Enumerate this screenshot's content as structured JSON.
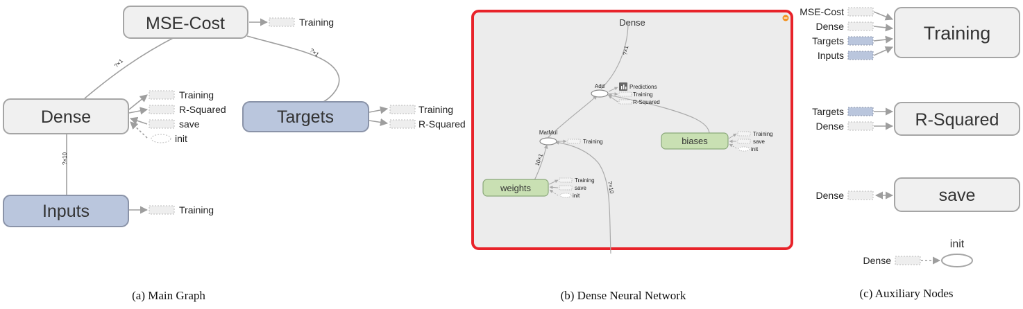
{
  "main_graph": {
    "nodes": {
      "mse_cost": "MSE-Cost",
      "dense": "Dense",
      "inputs": "Inputs",
      "targets": "Targets"
    },
    "mse_aux": [
      "Training"
    ],
    "dense_aux": [
      "Training",
      "R-Squared",
      "save",
      "init"
    ],
    "inputs_aux": [
      "Training"
    ],
    "targets_aux": [
      "Training",
      "R-Squared"
    ],
    "edge_labels": {
      "dense_to_mse": "?×1",
      "inputs_to_dense": "?×10",
      "targets_to_mse": "?×1"
    },
    "caption": "(a) Main Graph"
  },
  "dense_network": {
    "title": "Dense",
    "ops": {
      "add": "Add",
      "matmul": "MatMul"
    },
    "vars": {
      "weights": "weights",
      "biases": "biases"
    },
    "add_aux": [
      "Predictions",
      "Training",
      "R-Squared"
    ],
    "matmul_aux": [
      "Training"
    ],
    "weights_aux": [
      "Training",
      "save",
      "init"
    ],
    "biases_aux": [
      "Training",
      "save",
      "init"
    ],
    "edge_labels": {
      "top": "?×1",
      "weights": "10×1",
      "input": "?×10"
    },
    "caption": "(b) Dense Neural Network",
    "highlight_color": "#e8232a"
  },
  "auxiliary": {
    "training_node": "Training",
    "training_inputs": [
      "MSE-Cost",
      "Dense",
      "Targets",
      "Inputs"
    ],
    "rsquared_node": "R-Squared",
    "rsquared_inputs": [
      "Targets",
      "Dense"
    ],
    "save_node": "save",
    "save_inputs": [
      "Dense"
    ],
    "init_node": "init",
    "init_inputs": [
      "Dense"
    ],
    "caption": "(c) Auxiliary Nodes"
  },
  "colors": {
    "grey_node": "#f0f0f0",
    "blue_node": "#bac6dd",
    "green_node": "#c9e0b3",
    "panel_bg": "#ececec"
  }
}
